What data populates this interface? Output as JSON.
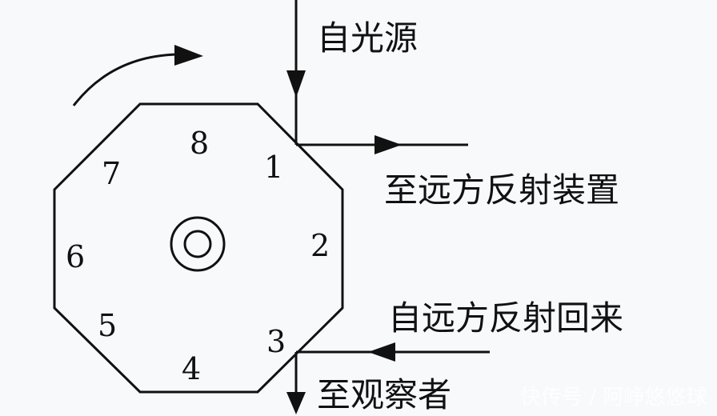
{
  "labels": {
    "from_light_source": "自光源",
    "to_far_reflector": "至远方反射装置",
    "back_from_far_reflector": "自远方反射回来",
    "to_observer": "至观察者"
  },
  "face_numbers": [
    "1",
    "2",
    "3",
    "4",
    "5",
    "6",
    "7",
    "8"
  ],
  "watermark": "快传号 / 阿峥悠悠球",
  "colors": {
    "line": "#111111",
    "background": "#f8f9fb"
  }
}
